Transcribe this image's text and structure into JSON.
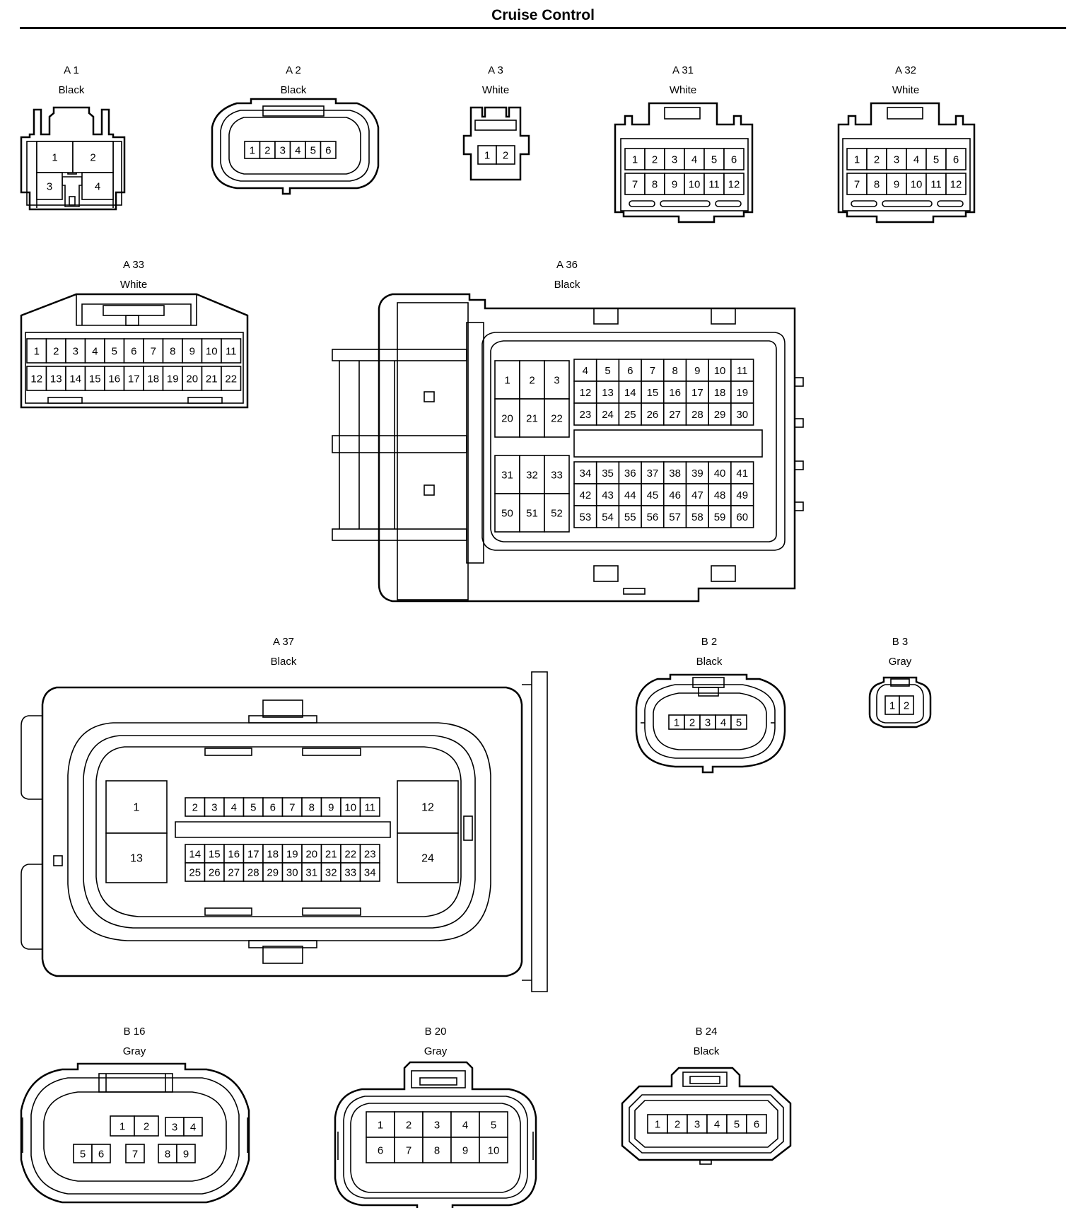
{
  "title": "Cruise Control",
  "connectors": [
    {
      "id": "A1",
      "code": "A 1",
      "color": "Black",
      "pins": [
        "1",
        "2",
        "3",
        "4"
      ]
    },
    {
      "id": "A2",
      "code": "A 2",
      "color": "Black",
      "pins": [
        "1",
        "2",
        "3",
        "4",
        "5",
        "6"
      ]
    },
    {
      "id": "A3",
      "code": "A 3",
      "color": "White",
      "pins": [
        "1",
        "2"
      ]
    },
    {
      "id": "A31",
      "code": "A 31",
      "color": "White",
      "pins": [
        "1",
        "2",
        "3",
        "4",
        "5",
        "6",
        "7",
        "8",
        "9",
        "10",
        "11",
        "12"
      ]
    },
    {
      "id": "A32",
      "code": "A 32",
      "color": "White",
      "pins": [
        "1",
        "2",
        "3",
        "4",
        "5",
        "6",
        "7",
        "8",
        "9",
        "10",
        "11",
        "12"
      ]
    },
    {
      "id": "A33",
      "code": "A 33",
      "color": "White",
      "pins": [
        "1",
        "2",
        "3",
        "4",
        "5",
        "6",
        "7",
        "8",
        "9",
        "10",
        "11",
        "12",
        "13",
        "14",
        "15",
        "16",
        "17",
        "18",
        "19",
        "20",
        "21",
        "22"
      ]
    },
    {
      "id": "A36",
      "code": "A 36",
      "color": "Black",
      "pins": [
        "1",
        "2",
        "3",
        "4",
        "5",
        "6",
        "7",
        "8",
        "9",
        "10",
        "11",
        "12",
        "13",
        "14",
        "15",
        "16",
        "17",
        "18",
        "19",
        "20",
        "21",
        "22",
        "23",
        "24",
        "25",
        "26",
        "27",
        "28",
        "29",
        "30",
        "31",
        "32",
        "33",
        "34",
        "35",
        "36",
        "37",
        "38",
        "39",
        "40",
        "41",
        "42",
        "43",
        "44",
        "45",
        "46",
        "47",
        "48",
        "49",
        "50",
        "51",
        "52",
        "53",
        "54",
        "55",
        "56",
        "57",
        "58",
        "59",
        "60"
      ]
    },
    {
      "id": "A37",
      "code": "A 37",
      "color": "Black",
      "pins": [
        "1",
        "2",
        "3",
        "4",
        "5",
        "6",
        "7",
        "8",
        "9",
        "10",
        "11",
        "12",
        "13",
        "14",
        "15",
        "16",
        "17",
        "18",
        "19",
        "20",
        "21",
        "22",
        "23",
        "24",
        "25",
        "26",
        "27",
        "28",
        "29",
        "30",
        "31",
        "32",
        "33",
        "34"
      ]
    },
    {
      "id": "B2",
      "code": "B 2",
      "color": "Black",
      "pins": [
        "1",
        "2",
        "3",
        "4",
        "5"
      ]
    },
    {
      "id": "B3",
      "code": "B 3",
      "color": "Gray",
      "pins": [
        "1",
        "2"
      ]
    },
    {
      "id": "B16",
      "code": "B 16",
      "color": "Gray",
      "pins": [
        "1",
        "2",
        "3",
        "4",
        "5",
        "6",
        "7",
        "8",
        "9"
      ]
    },
    {
      "id": "B20",
      "code": "B 20",
      "color": "Gray",
      "pins": [
        "1",
        "2",
        "3",
        "4",
        "5",
        "6",
        "7",
        "8",
        "9",
        "10"
      ]
    },
    {
      "id": "B24",
      "code": "B 24",
      "color": "Black",
      "pins": [
        "1",
        "2",
        "3",
        "4",
        "5",
        "6"
      ]
    }
  ]
}
